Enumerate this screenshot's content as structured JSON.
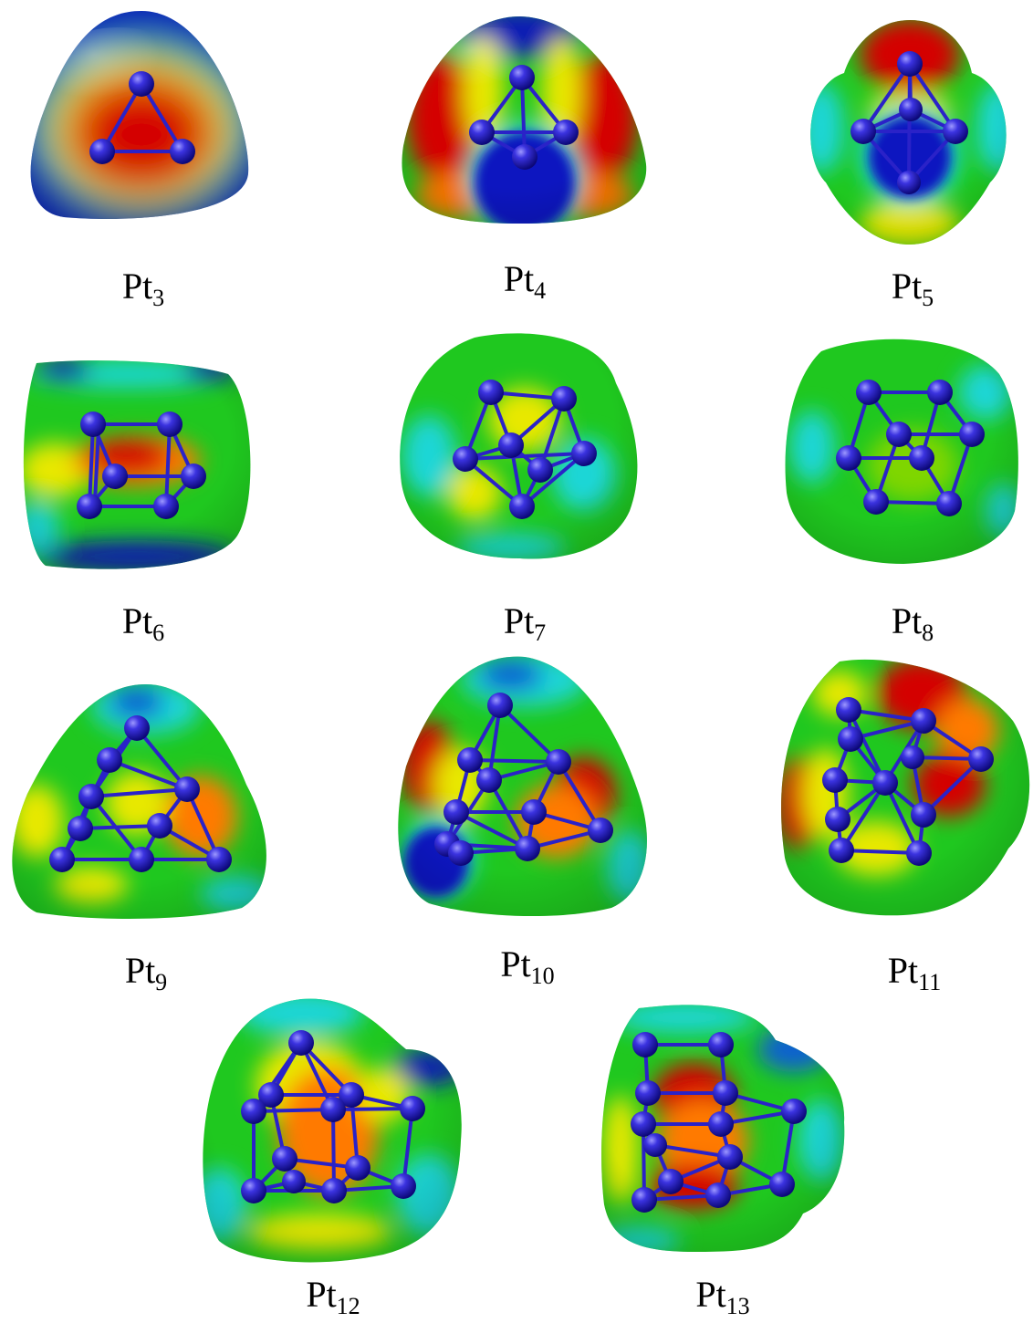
{
  "clusters": [
    {
      "id": "pt3",
      "prefix": "Pt",
      "n": "3"
    },
    {
      "id": "pt4",
      "prefix": "Pt",
      "n": "4"
    },
    {
      "id": "pt5",
      "prefix": "Pt",
      "n": "5"
    },
    {
      "id": "pt6",
      "prefix": "Pt",
      "n": "6"
    },
    {
      "id": "pt7",
      "prefix": "Pt",
      "n": "7"
    },
    {
      "id": "pt8",
      "prefix": "Pt",
      "n": "8"
    },
    {
      "id": "pt9",
      "prefix": "Pt",
      "n": "9"
    },
    {
      "id": "pt10",
      "prefix": "Pt",
      "n": "10"
    },
    {
      "id": "pt11",
      "prefix": "Pt",
      "n": "11"
    },
    {
      "id": "pt12",
      "prefix": "Pt",
      "n": "12"
    },
    {
      "id": "pt13",
      "prefix": "Pt",
      "n": "13"
    }
  ],
  "colors": {
    "atom": "#2a22c8",
    "bond": "#2a22c8",
    "esp_scale": [
      "#d40000",
      "#ff7a00",
      "#e8e800",
      "#1fc81f",
      "#1fd6d6",
      "#0a1ab4"
    ]
  }
}
